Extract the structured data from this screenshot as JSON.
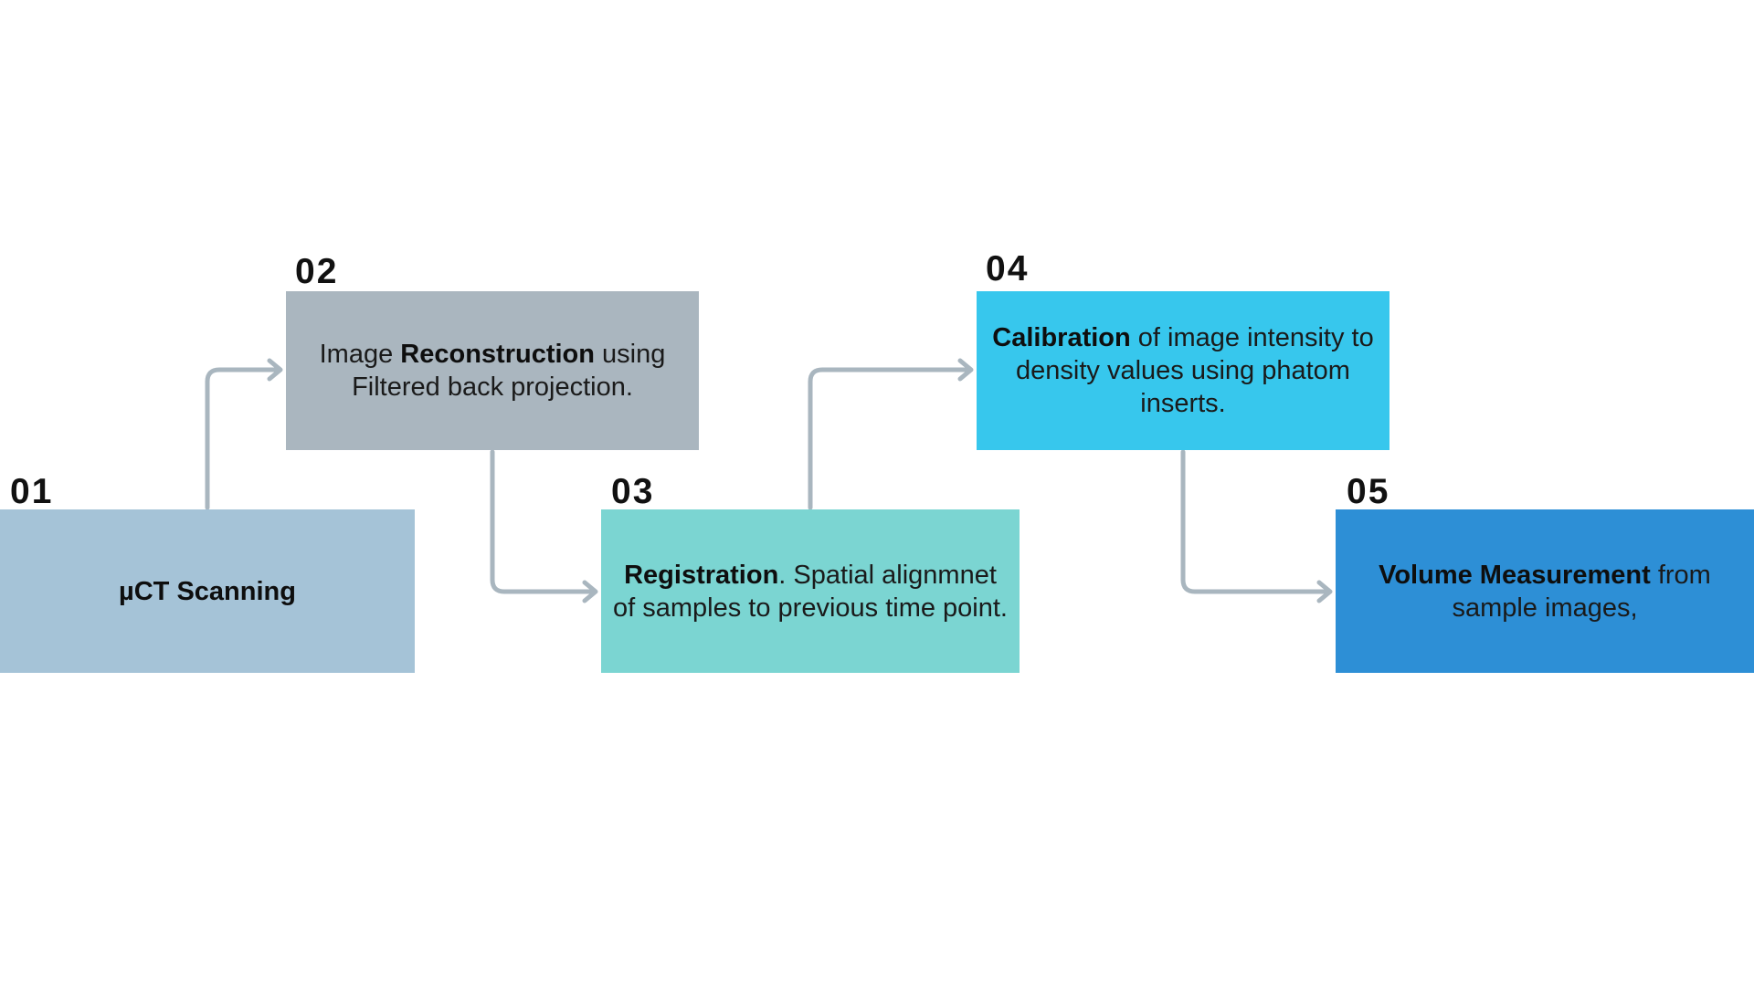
{
  "colors": {
    "background": "#ffffff",
    "connector": "#a9b6bf",
    "step_01": "#a5c3d7",
    "step_02": "#aab6bf",
    "step_03": "#7bd5d2",
    "step_04": "#37c7ed",
    "step_05": "#2d8fd6"
  },
  "steps": [
    {
      "number": "01",
      "bold": "µCT Scanning",
      "text": ""
    },
    {
      "number": "02",
      "prefix": "Image ",
      "bold": "Reconstruction",
      "text": " using Filtered back projection."
    },
    {
      "number": "03",
      "bold": "Registration",
      "text": ". Spatial alignmnet of samples to previous time point."
    },
    {
      "number": "04",
      "bold": "Calibration",
      "text": " of image intensity to density values using phatom inserts."
    },
    {
      "number": "05",
      "bold": "Volume Measurement",
      "text": " from sample images,"
    }
  ]
}
